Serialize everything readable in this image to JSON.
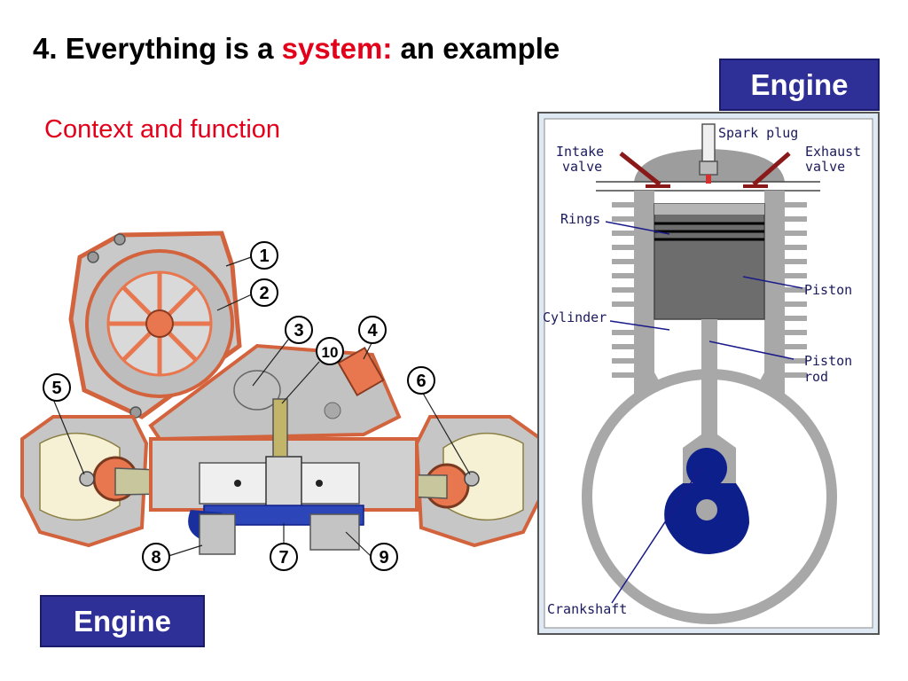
{
  "slide": {
    "title_prefix": "4. Everything is a ",
    "title_highlight": "system:",
    "title_suffix": " an example",
    "subtitle": "Context and function"
  },
  "tags": {
    "top": "Engine",
    "bottom": "Engine"
  },
  "boxer_engine": {
    "callouts": [
      "1",
      "2",
      "3",
      "10",
      "4",
      "5",
      "6",
      "8",
      "7",
      "9"
    ]
  },
  "piston_diagram": {
    "labels": {
      "spark_plug": "Spark plug",
      "intake_1": "Intake",
      "intake_2": "valve",
      "exhaust_1": "Exhaust",
      "exhaust_2": "valve",
      "rings": "Rings",
      "piston": "Piston",
      "cylinder": "Cylinder",
      "piston_rod_1": "Piston",
      "piston_rod_2": "rod",
      "crankshaft": "Crankshaft"
    }
  },
  "colors": {
    "title_highlight": "#e3001b",
    "tag_bg": "#2e2f97",
    "engine_orange": "#e8774f",
    "engine_gray": "#b5b5b5",
    "cylinder_gray": "#a8a8a8",
    "crank_blue": "#0d1f8a"
  }
}
